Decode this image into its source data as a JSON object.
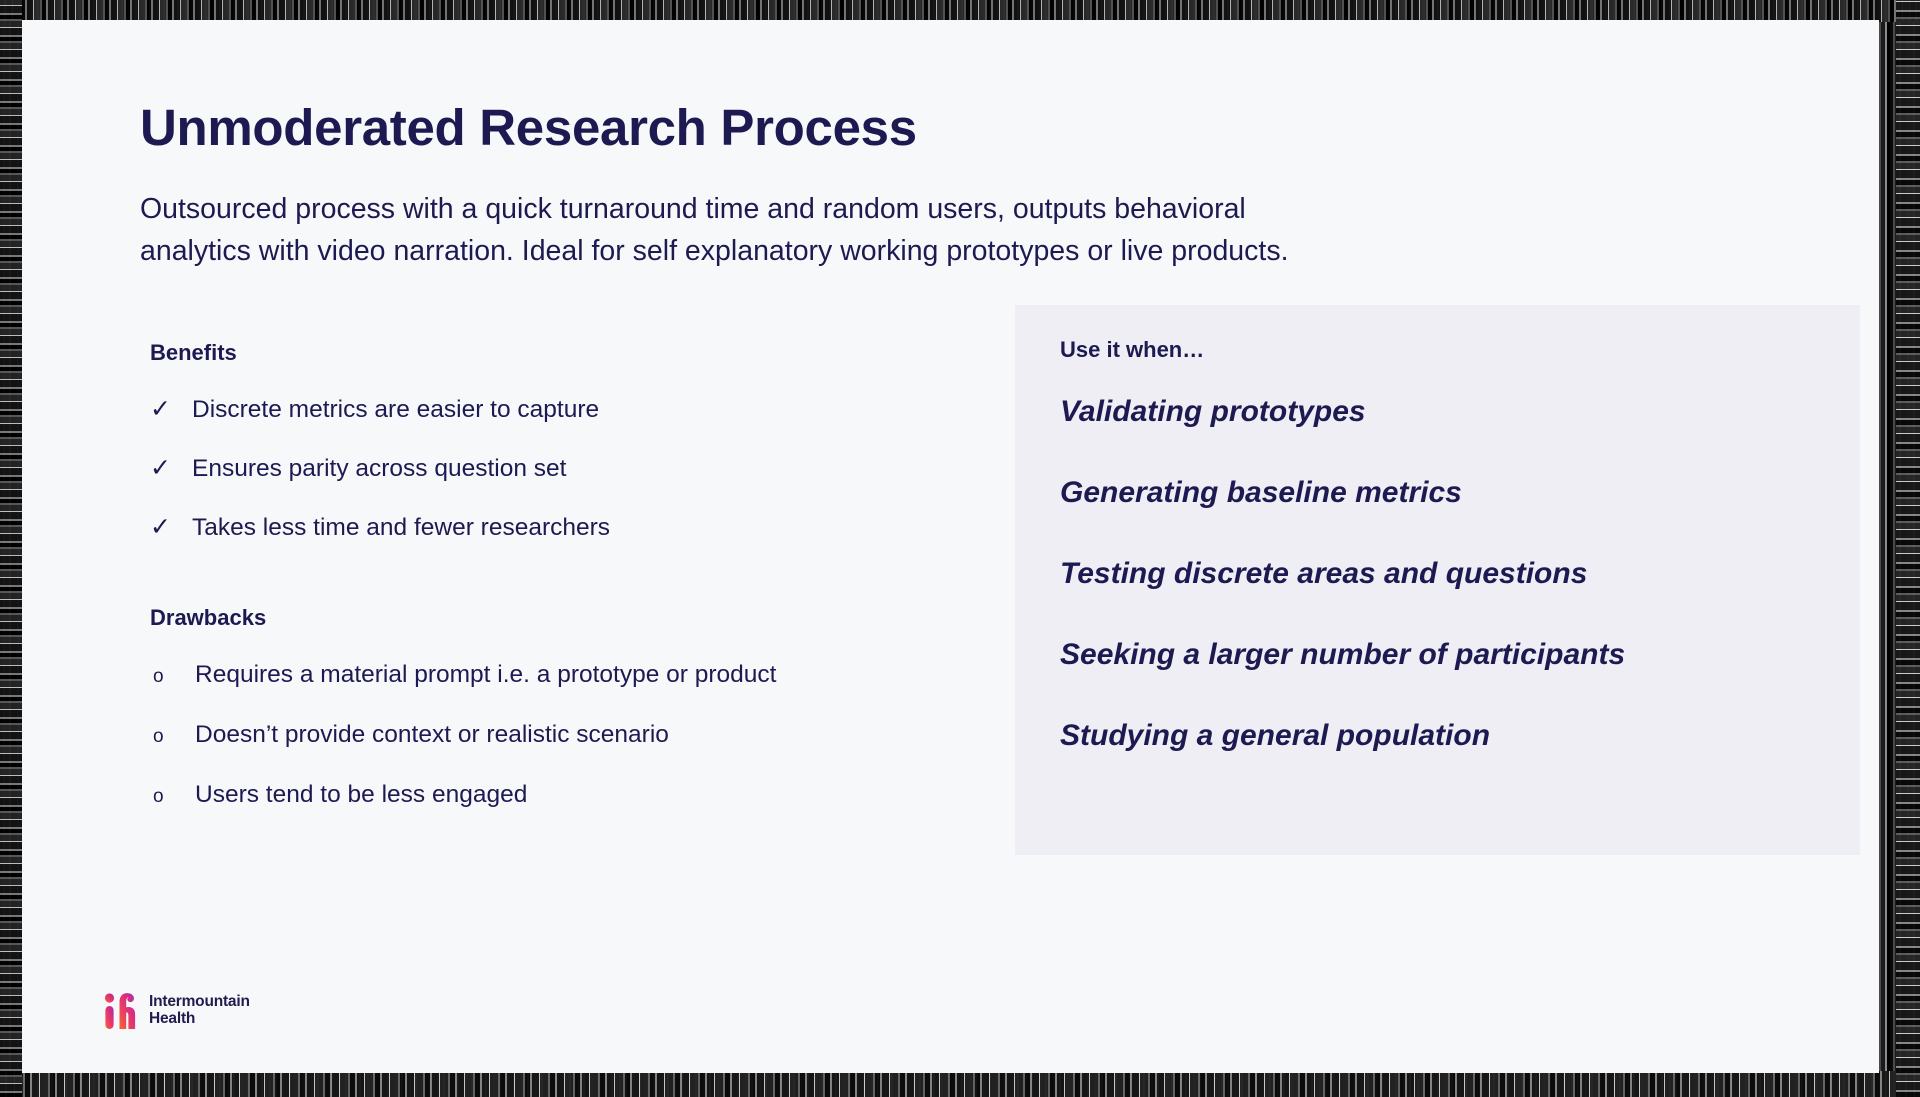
{
  "slide": {
    "title": "Unmoderated Research Process",
    "subtitle_lines": [
      "Outsourced process with a quick turnaround time and random users, outputs behavioral",
      "analytics with video narration. Ideal for self explanatory working prototypes or live products."
    ],
    "background_color": "#f7f8fa",
    "text_color": "#1d1a52"
  },
  "benefits": {
    "heading": "Benefits",
    "marker": "✓",
    "items": [
      "Discrete metrics are easier to capture",
      "Ensures parity across question set",
      "Takes less time and fewer researchers"
    ]
  },
  "drawbacks": {
    "heading": "Drawbacks",
    "marker": "o",
    "items": [
      "Requires a material prompt i.e. a prototype or product",
      "Doesn’t provide context or realistic scenario",
      "Users tend to be less engaged"
    ]
  },
  "use_panel": {
    "heading": "Use it when…",
    "background_color": "#eeeef4",
    "items": [
      "Validating prototypes",
      "Generating baseline metrics",
      "Testing discrete areas and questions",
      "Seeking a larger number of participants",
      "Studying a general population"
    ]
  },
  "logo": {
    "mark_name": "ih-monogram",
    "line1": "Intermountain",
    "line2": "Health",
    "gradient_start": "#f05a28",
    "gradient_mid": "#e8336e",
    "gradient_end": "#8d3fae"
  }
}
